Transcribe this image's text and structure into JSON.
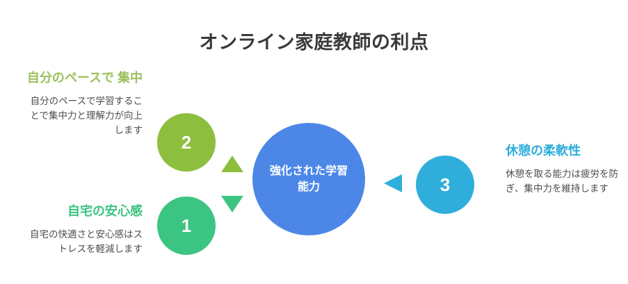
{
  "title": "オンライン家庭教師の利点",
  "center": {
    "label": "強化された学習\n能力",
    "color": "#4c87e8"
  },
  "nodes": [
    {
      "number": "2",
      "color": "#8dbe3e",
      "heading": "自分のペースで\n集中",
      "heading_color": "#9cc05c",
      "body": "自分のペースで学習することで集中力と理解力が向上します"
    },
    {
      "number": "1",
      "color": "#3cc482",
      "heading": "自宅の安心感",
      "heading_color": "#3cc482",
      "body": "自宅の快適さと安心感はストレスを軽減します"
    },
    {
      "number": "3",
      "color": "#30aedb",
      "heading": "休憩の柔軟性",
      "heading_color": "#2faedc",
      "body": "休憩を取る能力は疲労を防ぎ、集中力を維持します"
    }
  ],
  "arrows": [
    {
      "name": "arrow-up-icon",
      "color": "#8dbe3e"
    },
    {
      "name": "arrow-down-icon",
      "color": "#3cc482"
    },
    {
      "name": "arrow-left-icon",
      "color": "#30aedb"
    }
  ],
  "background_color": "#ffffff",
  "title_color": "#3a3a3a",
  "body_text_color": "#4d4d4d"
}
